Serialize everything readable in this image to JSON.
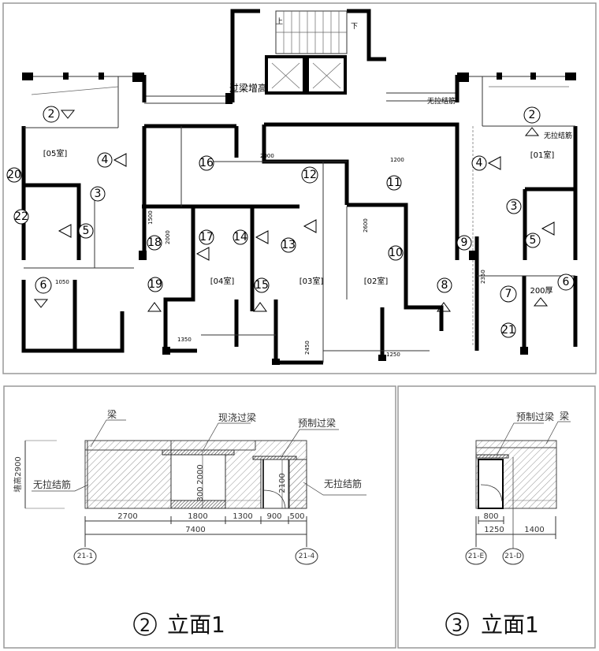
{
  "plan": {
    "room_labels": [
      "[05室]",
      "[01室]",
      "[04室]",
      "[03室]",
      "[02室]"
    ],
    "notes": {
      "beam_raise": "过梁增高",
      "no_tie_bar": "无拉结筋",
      "thickness_200": "200厚",
      "stair_up": "上",
      "stair_down": "下",
      "dim_1200": "1200",
      "dim_2600": "2600",
      "dim_2350": "2350",
      "dim_1350": "1350",
      "dim_2450": "2450",
      "dim_1250": "1250",
      "dim_2000": "2000",
      "dim_1500": "1500",
      "dim_1050": "1050"
    },
    "markers": [
      "2",
      "2",
      "4",
      "4",
      "16",
      "12",
      "11",
      "3",
      "3",
      "20",
      "22",
      "5",
      "5",
      "18",
      "17",
      "14",
      "13",
      "10",
      "9",
      "19",
      "15",
      "8",
      "6",
      "6",
      "7",
      "21"
    ]
  },
  "elevation_2": {
    "title_number": "2",
    "title": "立面1",
    "labels": {
      "beam": "梁",
      "cast_beam": "现浇过梁",
      "precast_beam": "预制过梁",
      "no_tie_left": "无拉结筋",
      "no_tie_right": "无拉结筋",
      "wall_height": "墙高2900"
    },
    "inner_dims": [
      "2000",
      "300",
      "2100"
    ],
    "segments": [
      "2700",
      "1800",
      "1300",
      "900",
      "500"
    ],
    "total": "7400",
    "axes": [
      "21-1",
      "21-4"
    ]
  },
  "elevation_3": {
    "title_number": "3",
    "title": "立面1",
    "labels": {
      "precast_beam": "预制过梁",
      "beam": "梁"
    },
    "door_dim": "800",
    "segments": [
      "1250",
      "1400"
    ],
    "axes": [
      "21-E",
      "21-D"
    ]
  }
}
